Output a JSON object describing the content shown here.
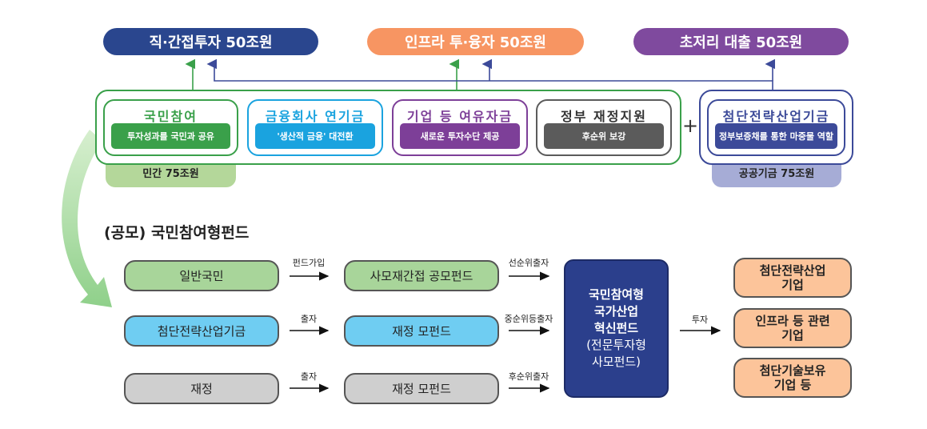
{
  "colors": {
    "navy": "#2a468e",
    "orange": "#f79562",
    "purple": "#7f4a9e",
    "green": "#3aa04a",
    "cyan": "#1aa3df",
    "violet": "#7d3f98",
    "gray": "#5b5b5b",
    "public_blue": "#3c4a99",
    "green_tab": "#b4d79a",
    "public_tab": "#a6acd6",
    "node_green": "#a8d59a",
    "node_blue": "#6fcdf2",
    "node_gray": "#cfcfcf",
    "target_orange": "#fcc49a"
  },
  "top_goals": [
    {
      "label": "직·간접투자 50조원"
    },
    {
      "label": "인프라 투·융자 50조원"
    },
    {
      "label": "초저리 대출 50조원"
    }
  ],
  "private_group": {
    "cards": [
      {
        "title": "국민참여",
        "subtitle": "투자성과를 국민과 공유"
      },
      {
        "title": "금융회사 연기금",
        "subtitle": "'생산적 금융' 대전환"
      },
      {
        "title": "기업 등 여유자금",
        "subtitle": "새로운 투자수단 제공"
      },
      {
        "title": "정부 재정지원",
        "subtitle": "후순위 보강"
      }
    ],
    "total_label": "민간 75조원"
  },
  "plus_sign": "+",
  "public_group": {
    "card": {
      "title": "첨단전략산업기금",
      "subtitle": "정부보증채를 통한 마중물 역할"
    },
    "total_label": "공공기금 75조원"
  },
  "section_title": "(공모) 국민참여형펀드",
  "flow": {
    "sources": [
      "일반국민",
      "첨단전략산업기금",
      "재정"
    ],
    "step1_labels": [
      "펀드가입",
      "출자",
      "출자"
    ],
    "funds": [
      "사모재간접 공모펀드",
      "재정 모펀드",
      "재정 모펀드"
    ],
    "step2_labels": [
      "선순위출자",
      "중순위등출자",
      "후순위출자"
    ],
    "center": {
      "line1": "국민참여형",
      "line2": "국가산업",
      "line3": "혁신펀드",
      "line4": "(전문투자형",
      "line5": "사모펀드)"
    },
    "invest_label": "투자",
    "targets": [
      {
        "line1": "첨단전략산업",
        "line2": "기업"
      },
      {
        "line1": "인프라 등 관련",
        "line2": "기업"
      },
      {
        "line1": "첨단기술보유",
        "line2": "기업 등"
      }
    ]
  }
}
